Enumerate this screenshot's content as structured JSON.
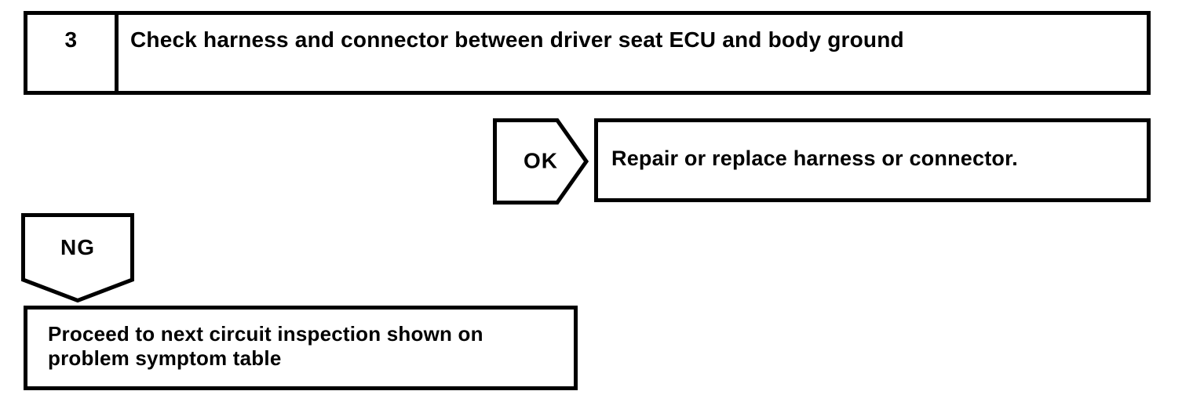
{
  "page": {
    "background_color": "#ffffff",
    "line_color": "#000000"
  },
  "step": {
    "number": "3",
    "title": "Check harness and connector between driver seat ECU and body ground"
  },
  "branches": {
    "ok": {
      "label": "OK",
      "action": "Repair or replace harness or connector."
    },
    "ng": {
      "label": "NG",
      "action": "Proceed to next circuit inspection shown on problem symptom table"
    }
  }
}
